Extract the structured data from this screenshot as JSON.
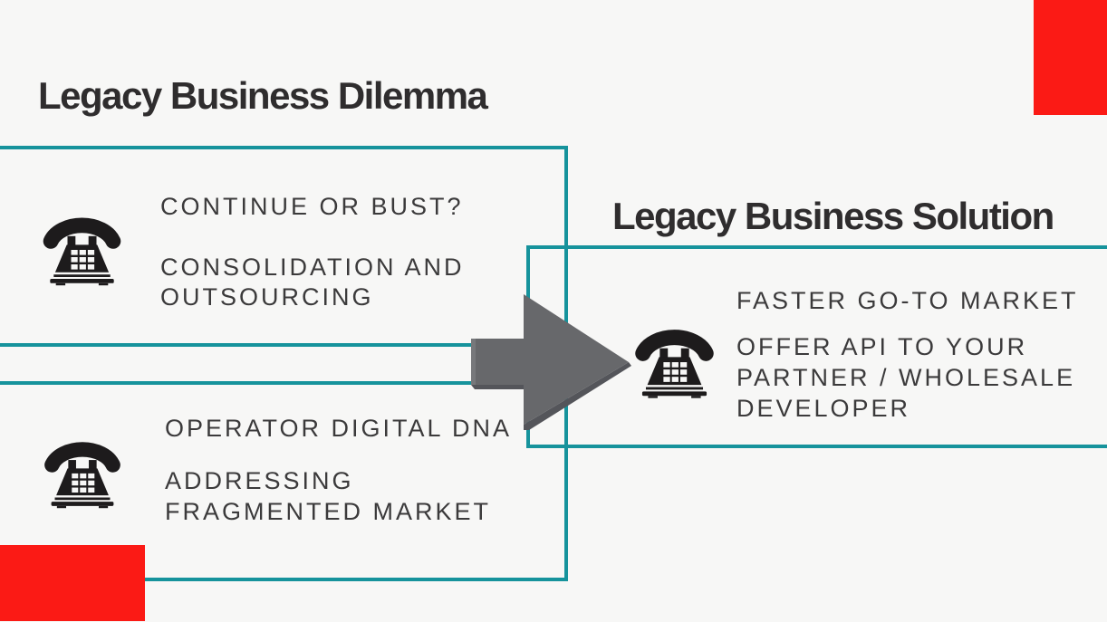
{
  "slide": {
    "background_color": "#f7f7f6",
    "accent_teal": "#16939c",
    "accent_red": "#fb1a15",
    "arrow_gray": "#67686b",
    "arrow_gray_dark": "#54555a",
    "text_color": "#3b3a3b",
    "heading_color": "#2f2d2e"
  },
  "dilemma": {
    "title": "Legacy Business Dilemma",
    "box1": {
      "icon": "phone-icon",
      "lines": [
        "CONTINUE OR BUST?",
        "CONSOLIDATION AND",
        "OUTSOURCING"
      ]
    },
    "box2": {
      "icon": "phone-icon",
      "lines": [
        "OPERATOR DIGITAL DNA",
        "ADDRESSING",
        "FRAGMENTED MARKET"
      ]
    }
  },
  "solution": {
    "title": "Legacy Business Solution",
    "box": {
      "icon": "phone-icon",
      "lines": [
        "FASTER GO-TO MARKET",
        "OFFER API TO YOUR",
        "PARTNER / WHOLESALE",
        "DEVELOPER"
      ]
    }
  },
  "arrow": {
    "icon": "right-arrow-icon",
    "direction": "right"
  }
}
